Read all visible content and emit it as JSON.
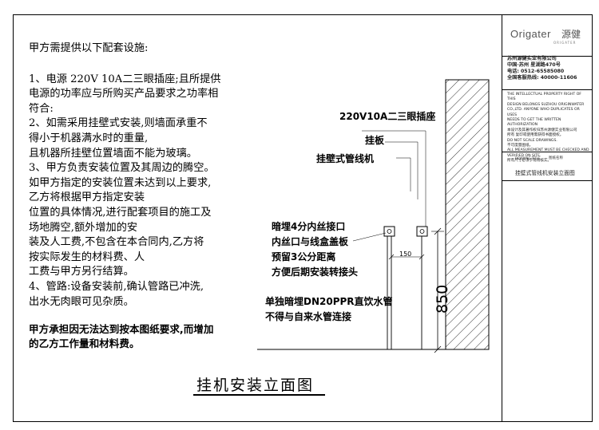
{
  "notes": {
    "intro": "甲方需提供以下配套设施:",
    "lines": [
      "1、电源 220V 10A二三眼插座;且所提供",
      "电源的功率应与所购买产品要求之功率相",
      "符合:",
      "2、如需采用挂壁式安装,则墙面承重不",
      "得小于机器满水时的重量,",
      "且机器所挂壁位置墙面不能为玻璃。",
      "3、甲方负责安装位置及其周边的腾空。",
      "如甲方指定的安装位置未达到以上要求,",
      "乙方将根据甲方指定安装",
      "位置的具体情况,进行配套项目的施工及",
      "场地腾空,额外增加的安",
      "装及人工费,不包含在本合同内,乙方将",
      "按实际发生的材料费、人",
      "工费与甲方另行结算。",
      "4、管路:设备安装前,确认管路已冲洗,",
      "出水无肉眼可见杂质。"
    ],
    "bold_lines": [
      "甲方承担因无法达到按本图纸要求,而增加",
      "的乙方工作量和材料费。"
    ]
  },
  "drawing": {
    "title": "挂机安装立面图",
    "callouts": {
      "socket": "220V10A二三眼插座",
      "hanger": "挂板",
      "unit": "挂壁式管线机",
      "pipe_lines": [
        "暗埋4分内丝接口",
        "内丝口与线盒盖板",
        "预留3公分距离",
        "方便后期安装转接头"
      ],
      "dn20_lines": [
        "单独暗埋DN20PPR直饮水管",
        "不得与自来水管连接"
      ]
    },
    "dim_150": "150",
    "dim_850": "850"
  },
  "title_block": {
    "logo_en": "Origater",
    "logo_cn": "源健",
    "logo_sub": "ORIGATER",
    "company": [
      "苏州源健实业有限公司",
      "中国·苏州 星湖路470号",
      "电话: 0512-65585080",
      "全国客服热线: 40000-11606"
    ],
    "legal": [
      "THE INTELLECTUAL PROPERTY RIGHT OF THIS",
      "DESIGN BELONGS SUZHOU ORIGINWATER",
      "CO.,LTD. ANYONE WHO DUPLICATES OR USES",
      "NEEDS TO GET THE WRITTEN AUTHORIZATION",
      "本设计及其著作权归苏州源健实业有限公司",
      "所有 复印或使用需获得书面授权。",
      "DO NOT SCALE DRAWINGS.",
      "不可度量图纸。",
      "ALL MEASUREMENT MUST BE CHECKED AND",
      "VERIFIED ON SITE.",
      "所有尺寸必须于现场核实。"
    ],
    "drawing_title_label": "DRAWING TITLE",
    "drawing_title_cn": "图纸名称",
    "drawing_title": "挂壁式管线机安装立面图"
  }
}
